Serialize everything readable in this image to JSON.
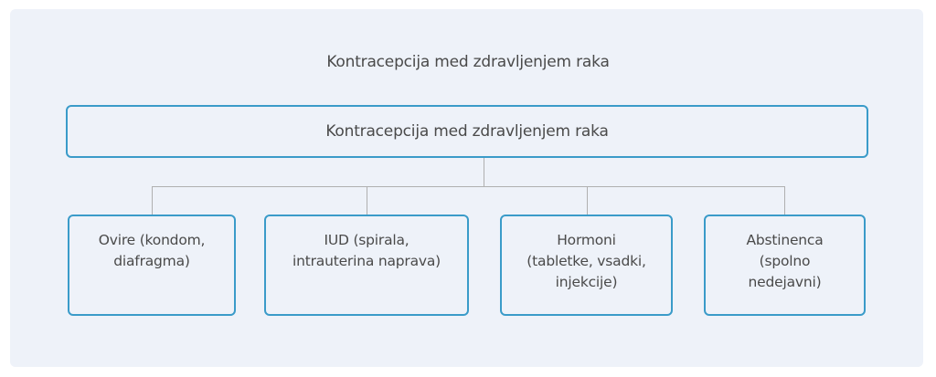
{
  "diagram": {
    "title": "Kontracepcija med zdravljenjem raka",
    "root": {
      "label": "Kontracepcija med zdravljenjem raka"
    },
    "children": [
      {
        "label": "Ovire (kondom, diafragma)",
        "lines": [
          "Ovire (kondom,",
          "diafragma)"
        ]
      },
      {
        "label": "IUD (spirala, intrauterina naprava)",
        "lines": [
          "IUD (spirala,",
          "intrauterina naprava)"
        ]
      },
      {
        "label": "Hormoni (tabletke, vsadki, injekcije)",
        "lines": [
          "Hormoni",
          "(tabletke, vsadki,",
          "injekcije)"
        ]
      },
      {
        "label": "Abstinenca (spolno nedejavni)",
        "lines": [
          "Abstinenca",
          "(spolno",
          "nedejavni)"
        ]
      }
    ],
    "colors": {
      "panel_bg": "#eef2f9",
      "node_border": "#3a9bc9",
      "connector": "#b0b0b0",
      "text": "#4a4a4a"
    }
  }
}
